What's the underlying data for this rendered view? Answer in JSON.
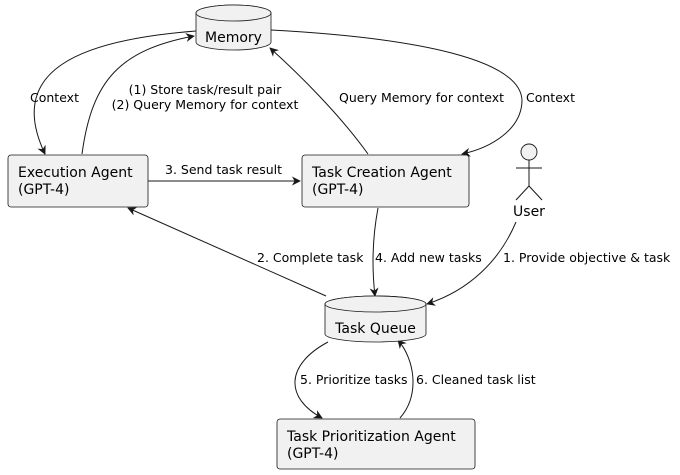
{
  "nodes": {
    "memory": {
      "label": "Memory"
    },
    "execution_agent": {
      "line1": "Execution Agent",
      "line2": "(GPT-4)"
    },
    "task_creation_agent": {
      "line1": "Task Creation Agent",
      "line2": "(GPT-4)"
    },
    "user": {
      "label": "User"
    },
    "task_queue": {
      "label": "Task Queue"
    },
    "task_prioritization_agent": {
      "line1": "Task Prioritization Agent",
      "line2": "(GPT-4)"
    }
  },
  "edges": {
    "memory_to_execution": {
      "label": "Context"
    },
    "execution_to_memory": {
      "line1": "(1) Store task/result pair",
      "line2": "(2) Query Memory for context"
    },
    "creation_to_memory": {
      "label": "Query Memory for context"
    },
    "memory_to_creation": {
      "label": "Context"
    },
    "execution_to_creation": {
      "label": "3. Send task result"
    },
    "queue_to_execution": {
      "label": "2. Complete task"
    },
    "creation_to_queue": {
      "label": "4. Add new tasks"
    },
    "user_to_queue": {
      "label": "1. Provide objective & task"
    },
    "queue_to_prioritization": {
      "label": "5. Prioritize tasks"
    },
    "prioritization_to_queue": {
      "label": "6. Cleaned task list"
    }
  }
}
